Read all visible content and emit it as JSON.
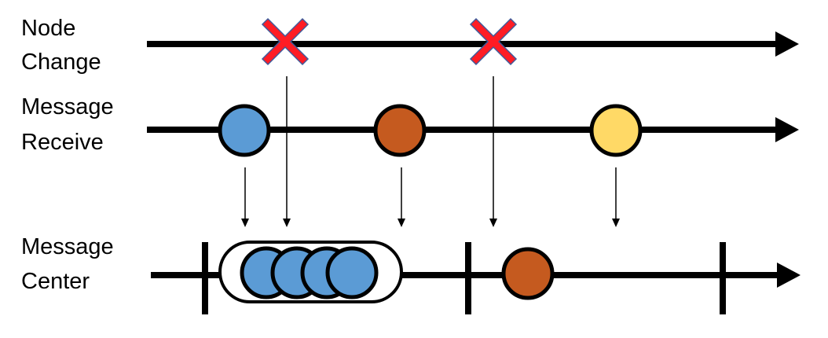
{
  "lanes": [
    {
      "id": "node-change",
      "label_lines": [
        "Node",
        "Change"
      ]
    },
    {
      "id": "message-receive",
      "label_lines": [
        "Message",
        "Receive"
      ]
    },
    {
      "id": "message-center",
      "label_lines": [
        "Message",
        "Center"
      ]
    }
  ],
  "node_change_events": [
    {
      "marker": "x-mark-icon",
      "color": "#ff1c24",
      "outline": "#3f5a9a"
    },
    {
      "marker": "x-mark-icon",
      "color": "#ff1c24",
      "outline": "#3f5a9a"
    }
  ],
  "message_receive_events": [
    {
      "marker": "circle",
      "color": "#5b9bd5"
    },
    {
      "marker": "circle",
      "color": "#c55a1f"
    },
    {
      "marker": "circle",
      "color": "#ffd966"
    }
  ],
  "message_center": {
    "batch": {
      "count": 4,
      "color": "#5b9bd5"
    },
    "single": {
      "color": "#c55a1f"
    },
    "boundaries": 3
  }
}
